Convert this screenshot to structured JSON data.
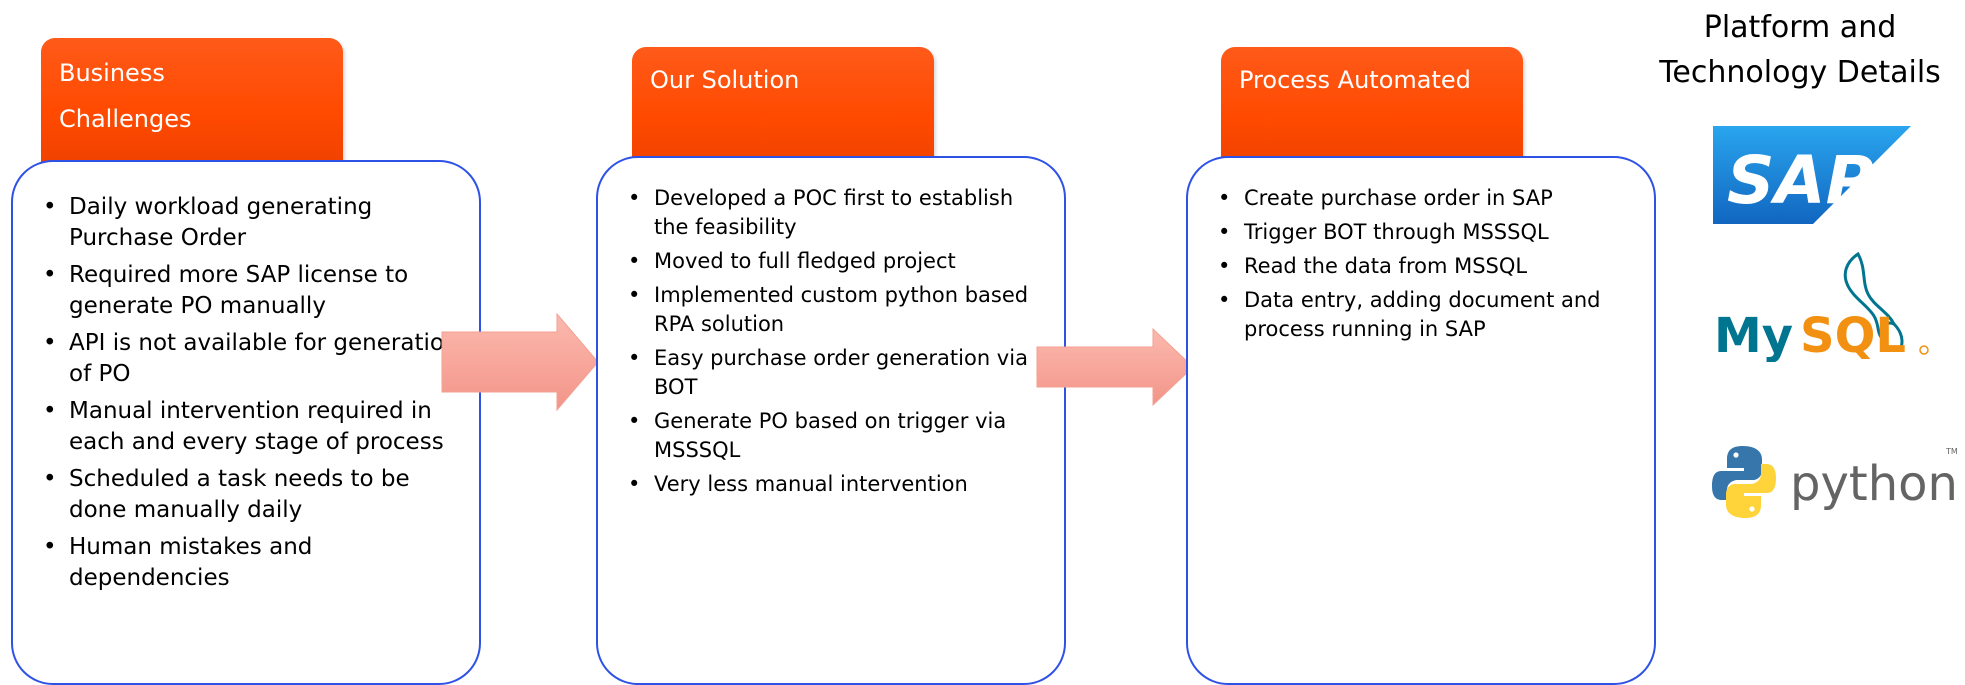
{
  "columns": [
    {
      "header_lines": [
        "Business",
        "Challenges"
      ],
      "items": [
        "Daily workload generating Purchase Order",
        "Required more SAP license to generate PO manually",
        "API is not available for generation of PO",
        "Manual intervention required in each and every stage of process",
        "Scheduled a task needs to be done manually daily",
        "Human mistakes and dependencies"
      ]
    },
    {
      "header_lines": [
        "Our Solution"
      ],
      "items": [
        "Developed a POC first to establish the feasibility",
        "Moved to full fledged project",
        "Implemented custom python based RPA solution",
        "Easy purchase order generation via BOT",
        "Generate PO based on trigger via MSSSQL",
        "Very less manual intervention"
      ]
    },
    {
      "header_lines": [
        "Process Automated"
      ],
      "items": [
        "Create purchase order in  SAP",
        "Trigger BOT through MSSSQL",
        "Read the data from MSSQL",
        "Data entry, adding document and process running in SAP"
      ]
    }
  ],
  "platform": {
    "title_lines": [
      "Platform and",
      "Technology Details"
    ],
    "logos": [
      {
        "icon": "sap-logo-icon",
        "text": "SAP",
        "color": "#1d7fd4"
      },
      {
        "icon": "mysql-logo-icon",
        "text_my": "My",
        "text_sql": "SQL",
        "color_my": "#00758f",
        "color_sql": "#f29111"
      },
      {
        "icon": "python-logo-icon",
        "text": "python",
        "tm": "TM",
        "color_blue": "#3776ab",
        "color_yellow": "#ffd43b"
      }
    ]
  },
  "colors": {
    "header_orange": "#ff4a00",
    "panel_border": "#2e52e6",
    "arrow_fill": "#f8a79c"
  }
}
